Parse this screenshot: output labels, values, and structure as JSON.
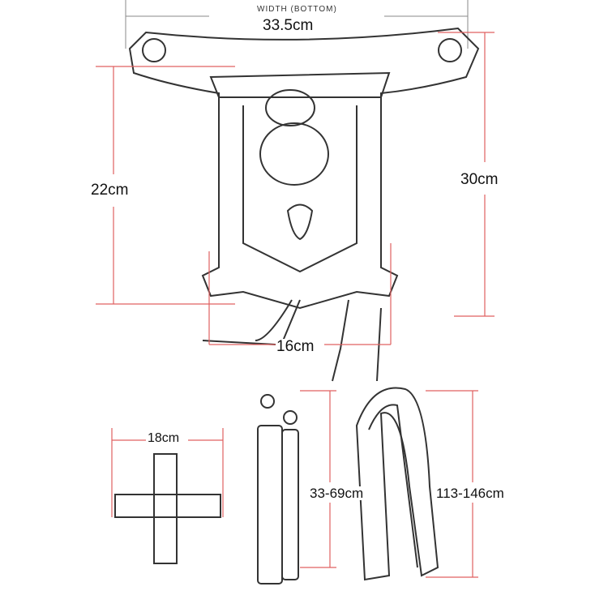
{
  "dimensions": {
    "width_caption": "WIDTH (BOTTOM)",
    "width": "33.5cm",
    "inner_height": "22cm",
    "total_height": "30cm",
    "bottom_width": "16cm",
    "belt_loop_width": "18cm",
    "short_strap_length": "33-69cm",
    "long_strap_length": "113-146cm"
  },
  "colors": {
    "dimension_line": "#e06060",
    "width_line": "#888888",
    "sketch": "#333333"
  }
}
